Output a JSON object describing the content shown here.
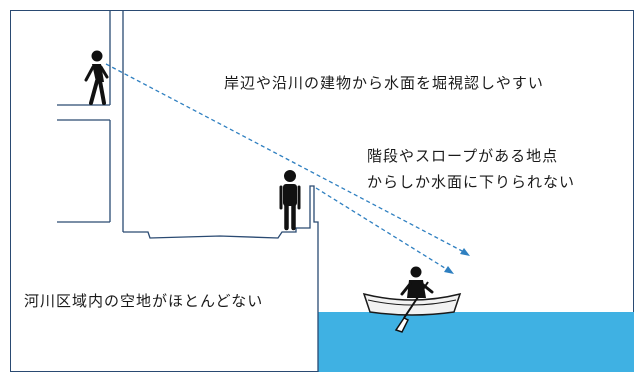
{
  "labels": {
    "viewing": "岸辺や沿川の建物から水面を堀視認しやすい",
    "stairs_line1": "階段やスロープがある地点",
    "stairs_line2": "からしか水面に下りられない",
    "riverbed": "河川区域内の空地がほとんどない"
  },
  "colors": {
    "water": "#3fb1e3",
    "line": "#2a4a72",
    "sightline": "#2e7fc0",
    "figure": "#111111",
    "canoe": "#f2f2f2"
  },
  "icons": {
    "walker": "walking-person-icon",
    "stander": "standing-person-icon",
    "paddler": "canoe-paddler-icon"
  }
}
